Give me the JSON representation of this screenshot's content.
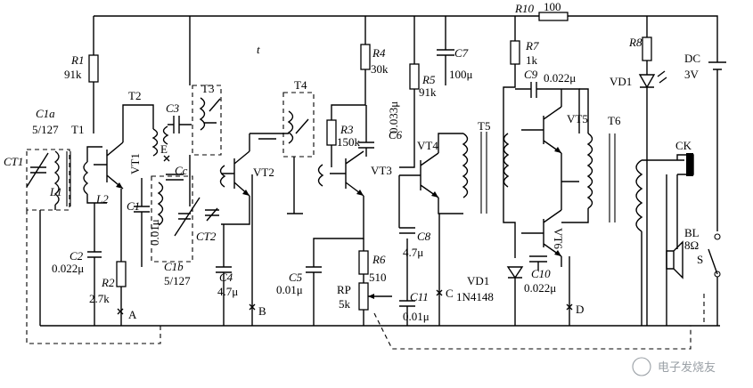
{
  "labels": {
    "r10": "R10",
    "r10v": "100",
    "r1": "R1",
    "r1v": "91k",
    "c1a": "C1a",
    "c1av": "5/127",
    "t1": "T1",
    "ct1": "CT1",
    "l1": "L1",
    "l2": "L2",
    "t2": "T2",
    "t3": "T3",
    "c3": "C3",
    "vt1": "VT1",
    "e": "E",
    "cc": "Cc",
    "c1": "C1",
    "c1v": "0.01μ",
    "c2": "C2",
    "c2v": "0.022μ",
    "r2": "R2",
    "r2v": "2.7k",
    "a": "A",
    "c1b": "C1b",
    "c1bv": "5/127",
    "ct2": "CT2",
    "c4": "C4",
    "c4v": "4.7μ",
    "b": "B",
    "vt2": "VT2",
    "t4": "T4",
    "italic_t": "t",
    "r4": "R4",
    "r4v": "30k",
    "r3": "R3",
    "r3v": "150k",
    "c6": "C6",
    "c6v": "0.033μ",
    "vt3": "VT3",
    "r5": "R5",
    "r5v": "91k",
    "c7": "C7",
    "c7v": "100μ",
    "vt4": "VT4",
    "t5": "T5",
    "c8": "C8",
    "c8v": "4.7μ",
    "r6": "R6",
    "r6v": "510",
    "c5": "C5",
    "c5v": "0.01μ",
    "rp": "RP",
    "rpv": "5k",
    "c11": "C11",
    "c11v": "0.01μ",
    "c": "C",
    "r7": "R7",
    "r7v": "1k",
    "c9": "C9",
    "c9v": "0.022μ",
    "vt5": "VT5",
    "vt6": "VT6",
    "t6": "T6",
    "c10": "C10",
    "c10v": "0.022μ",
    "vd1b": "VD1",
    "vd1bv": "1N4148",
    "d": "D",
    "r8": "R8",
    "vd1": "VD1",
    "dc": "DC",
    "dcv": "3V",
    "ck": "CK",
    "bl": "BL",
    "blv": "8Ω",
    "s": "S"
  },
  "watermark": "电子发烧友"
}
